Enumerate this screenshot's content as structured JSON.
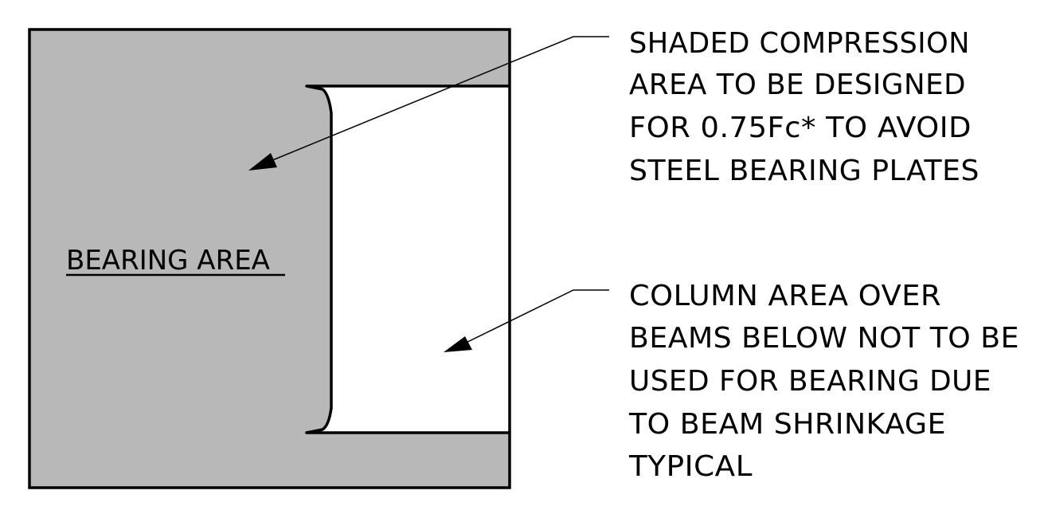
{
  "colors": {
    "shaded_fill": "#b8b8b8",
    "outline": "#000000",
    "background": "#ffffff"
  },
  "labels": {
    "bearing_area": "BEARING AREA"
  },
  "notes": {
    "compression": {
      "lines": [
        "SHADED COMPRESSION",
        "AREA TO BE DESIGNED",
        "FOR 0.75Fc* TO AVOID",
        "STEEL BEARING PLATES"
      ]
    },
    "column": {
      "lines": [
        "COLUMN AREA OVER",
        "BEAMS BELOW NOT TO BE",
        "USED FOR BEARING DUE",
        "TO BEAM SHRINKAGE",
        "TYPICAL"
      ]
    }
  }
}
